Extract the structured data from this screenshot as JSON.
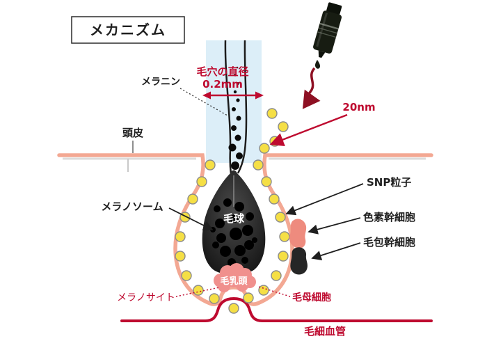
{
  "title": "メカニズム",
  "annotations": {
    "pore_diameter_label": "毛穴の直径",
    "pore_diameter_value": "0.2mm",
    "melanin": "メラニン",
    "scalp": "頭皮",
    "particle_size": "20nm",
    "snp_particle": "SNP粒子",
    "pigment_stem_cell": "色素幹細胞",
    "follicle_stem_cell": "毛包幹細胞",
    "melanosome": "メラノソーム",
    "hair_bulb": "毛球",
    "dermal_papilla": "毛乳頭",
    "melanocyte": "メラノサイト",
    "hair_matrix_cell": "毛母細胞",
    "capillary": "毛細血管"
  },
  "colors": {
    "accent_red": "#be0a2f",
    "skin_outline": "#f3a893",
    "follicle_channel_blue": "#dceef8",
    "particle_yellow": "#f5df45",
    "papilla_pink": "#f0908d",
    "stem_cell_pink": "#ee8b7e",
    "bulb_dark": "#1c1c1c"
  }
}
